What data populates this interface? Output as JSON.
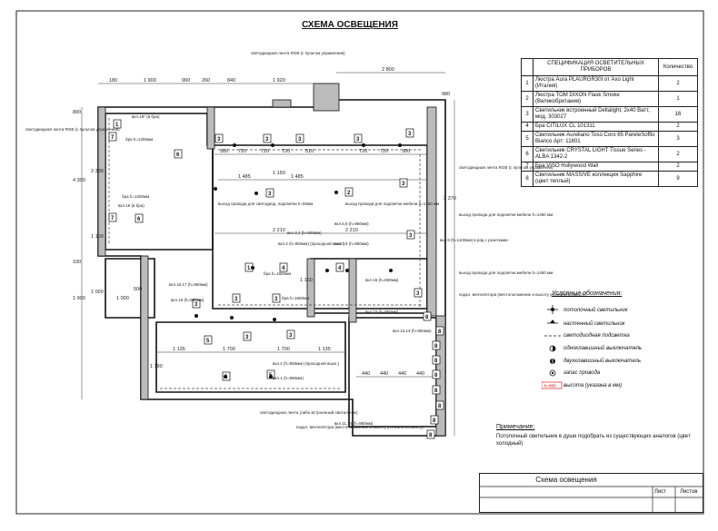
{
  "title": "СХЕМА ОСВЕЩЕНИЯ",
  "spec": {
    "header_name": "СПЕЦИФИКАЦИЯ ОСВЕТИТЕЛЬНЫХ ПРИБОРОВ",
    "header_qty": "Количество",
    "rows": [
      {
        "n": "1",
        "name": "Люстра Aura PLAURGR30I от Axo Light (Италия)",
        "qty": "2"
      },
      {
        "n": "2",
        "name": "Люстра TOM DIXON Flask Smoke (Великобритания)",
        "qty": "1"
      },
      {
        "n": "3",
        "name": "Светильник встроенный Deltalight, 2x40 Ватт, мод. 303027",
        "qty": "16"
      },
      {
        "n": "4",
        "name": "Бра CITILUX CL 101311",
        "qty": "2"
      },
      {
        "n": "5",
        "name": "Светильник Aureliano Toso Coro 65 PareteSoffio Bianco Арт: 11801",
        "qty": "3"
      },
      {
        "n": "6",
        "name": "Светильник CRYSTAL LIGHT Tissue Series - ALBA 1342-2",
        "qty": "2"
      },
      {
        "n": "7",
        "name": "Бра VISO Hollywood Wall",
        "qty": "2"
      },
      {
        "n": "8",
        "name": "Светильник MASSIVE коллекция Sapphire (цвет теплый)",
        "qty": "9"
      }
    ]
  },
  "legend": {
    "title": "Условные обозначения:",
    "items": [
      "потолочный светильник",
      "настенный светильник",
      "светодиодная подсветка",
      "одноклавишный выключатель",
      "двухклавишный выключатель",
      "запас провода",
      "высота (указана в мм)"
    ],
    "height_sample": "h=800"
  },
  "note": {
    "title": "Примечание:",
    "text": "Потолочный светильник в душе подобрать из существующих аналогов (цвет холодный)"
  },
  "stamp": {
    "name": "Схема освещения",
    "sheet": "Лист",
    "sheets": "Листов"
  },
  "plan": {
    "dims": {
      "top": [
        "180",
        "1 900",
        "900",
        "260",
        "840",
        "1 920",
        "2 800"
      ],
      "inner_top": [
        "300",
        "720",
        "720",
        "720",
        "510",
        "720",
        "720",
        "300"
      ],
      "mid": [
        "1 485",
        "1 485",
        "1 150",
        "2 210",
        "2 210"
      ],
      "bottom_row": [
        "1 135",
        "1 700",
        "1 700",
        "1 135",
        "440",
        "440",
        "440",
        "440"
      ],
      "left": [
        "800",
        "4 300",
        "2 330",
        "1 900",
        "100",
        "1 100",
        "1 000"
      ],
      "left_lower": [
        "1 000",
        "500",
        "1 190"
      ],
      "right": [
        "980",
        "3 370",
        "1 150"
      ]
    },
    "markers": [
      "1",
      "1",
      "2",
      "3",
      "3",
      "3",
      "3",
      "3",
      "3",
      "3",
      "3",
      "3",
      "3",
      "3",
      "3",
      "3",
      "3",
      "4",
      "4",
      "5",
      "5",
      "5",
      "6",
      "6",
      "7",
      "7",
      "8",
      "8",
      "8",
      "8",
      "8",
      "8",
      "8",
      "8",
      "8"
    ],
    "labels": {
      "rgb_top": "светодиодная лента RGB (с пультом управления)",
      "rgb_left": "светодиодная лента RGB (с пультом управления)",
      "rgb_right": "светодиодная лента RGB (с пультом управления)",
      "wire_left": "выход провода для светодиод. подсветки h=50мм",
      "wire_mid": "выход провода для подсветки мебели h=1450 мм",
      "wire_right1": "выход провода для подсветки мебели h=1450 мм",
      "wire_right2": "выход провода для подсветки мебели h=1450 мм",
      "vent": "подкл. вентилятора (местоположение и высоту уточнить по месту)",
      "vent_bottom": "подкл. вентилятора (местоположение и высоту уточнить по месту)",
      "led_bottom": "светодиодная лента (либо встроенный светильник)",
      "bra1": "бра h=1250мм",
      "bra2": "бра h=1250мм",
      "bra3": "бра h=1800мм",
      "bra4": "бра h=1800мм",
      "sw1": "вкл.18* (в бра)",
      "sw2": "вкл.18 (в бра)",
      "sw3": "вкл.3,4 (h=900мм)",
      "sw4": "вкл.2 (h=950мм) (проходной выкл.)",
      "sw5": "вкл.7,8 (h=950мм)",
      "sw6": "вкл.5,6 (h=950мм)",
      "sw7": "вкл.9 (h=1100мм) в ряд с розетками",
      "sw8": "вкл.16,17 (h=950мм)",
      "sw9": "вкл.15 (h=950мм)",
      "sw10": "вкл.19 (h=950мм)",
      "sw11": "вкл.10 (h=950мм)",
      "sw12": "вкл.12,13 (h=950мм)",
      "sw13": "вкл.2 (h=950мм) (проходной выкл.)",
      "sw14": "вкл.1 (h=950мм)",
      "sw15": "вкл.11,14 (h=950мм)"
    }
  }
}
